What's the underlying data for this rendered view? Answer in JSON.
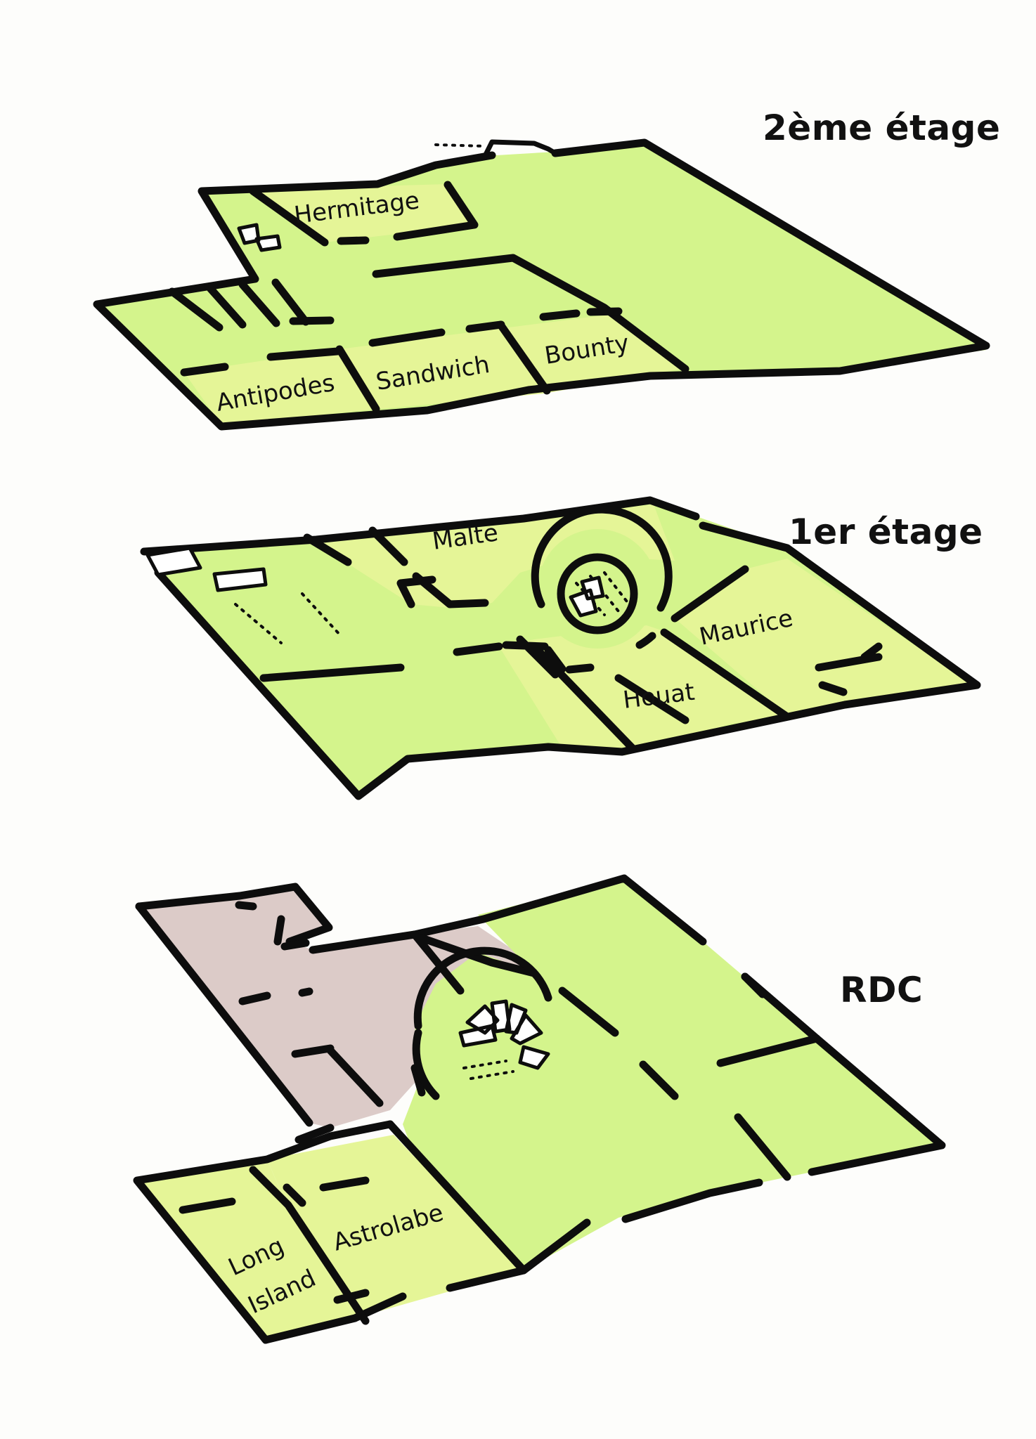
{
  "floors": [
    {
      "name": "2ème étage",
      "rooms": [
        "Hermitage",
        "Antipodes",
        "Sandwich",
        "Bounty"
      ]
    },
    {
      "name": "1er étage",
      "rooms": [
        "Malte",
        "Maurice",
        "Houat"
      ]
    },
    {
      "name": "RDC",
      "rooms": [
        "Long",
        "Island",
        "Astrolabe"
      ]
    }
  ],
  "colors": {
    "common_area": "#d4f48c",
    "named_room": "#e5f597",
    "service_area": "#dccbc8",
    "walls": "#0d0d0d",
    "background": "#fdfdfb"
  }
}
